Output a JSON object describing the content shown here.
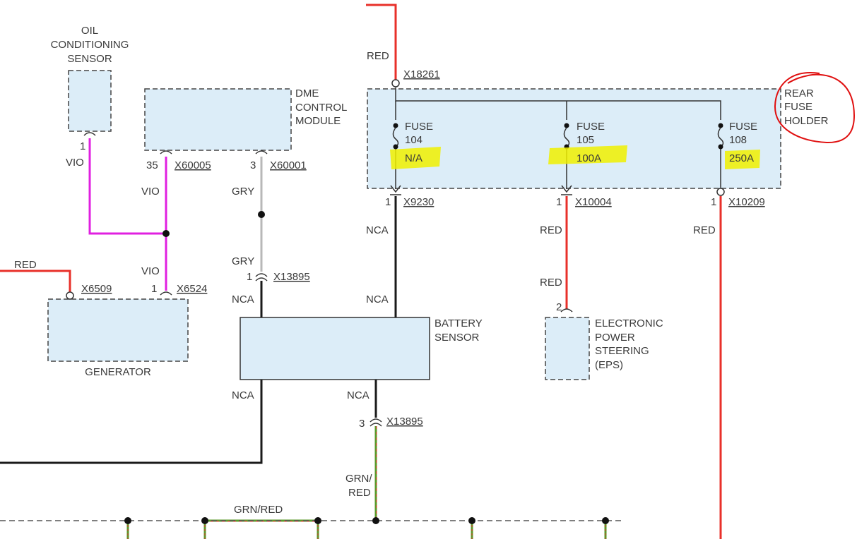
{
  "components": {
    "oil_sensor": [
      "OIL",
      "CONDITIONING",
      "SENSOR"
    ],
    "dme": [
      "DME",
      "CONTROL",
      "MODULE"
    ],
    "rear_fuse_holder": [
      "REAR",
      "FUSE",
      "HOLDER"
    ],
    "generator": "GENERATOR",
    "battery_sensor": [
      "BATTERY",
      "SENSOR"
    ],
    "eps": [
      "ELECTRONIC",
      "POWER",
      "STEERING",
      "(EPS)"
    ]
  },
  "fuses": [
    {
      "label": "FUSE",
      "number": "104",
      "rating": "N/A"
    },
    {
      "label": "FUSE",
      "number": "105",
      "rating": "100A"
    },
    {
      "label": "FUSE",
      "number": "108",
      "rating": "250A"
    }
  ],
  "connectors": {
    "x18261": "X18261",
    "x60005": "X60005",
    "x60001": "X60001",
    "x9230": "X9230",
    "x10004": "X10004",
    "x10209": "X10209",
    "x6509": "X6509",
    "x6524": "X6524",
    "x13895_a": "X13895",
    "x13895_b": "X13895"
  },
  "pins": {
    "oil": "1",
    "dme_35": "35",
    "dme_3": "3",
    "x9230": "1",
    "x10004": "1",
    "x10209": "1",
    "x6524": "1",
    "x13895_a": "1",
    "x13895_b": "3",
    "eps": "2"
  },
  "wires": {
    "red_top": "RED",
    "vio_1": "VIO",
    "vio_2": "VIO",
    "vio_3": "VIO",
    "gry_1": "GRY",
    "gry_2": "GRY",
    "red_left": "RED",
    "nca_1": "NCA",
    "nca_2": "NCA",
    "nca_3": "NCA",
    "nca_4": "NCA",
    "nca_5": "NCA",
    "red_eps_1": "RED",
    "red_eps_2": "RED",
    "red_108": "RED",
    "grn_red_vertical_1": "GRN/",
    "grn_red_vertical_2": "RED",
    "grn_red_bus": "GRN/RED"
  },
  "colors": {
    "red": "#e8302a",
    "violet": "#e020e0",
    "gray": "#b8b8b8",
    "black": "#1a1a1a",
    "green": "#5a9a2a",
    "box_fill": "#dcedf8",
    "highlight": "#f0f000",
    "annotation": "#e01010"
  }
}
